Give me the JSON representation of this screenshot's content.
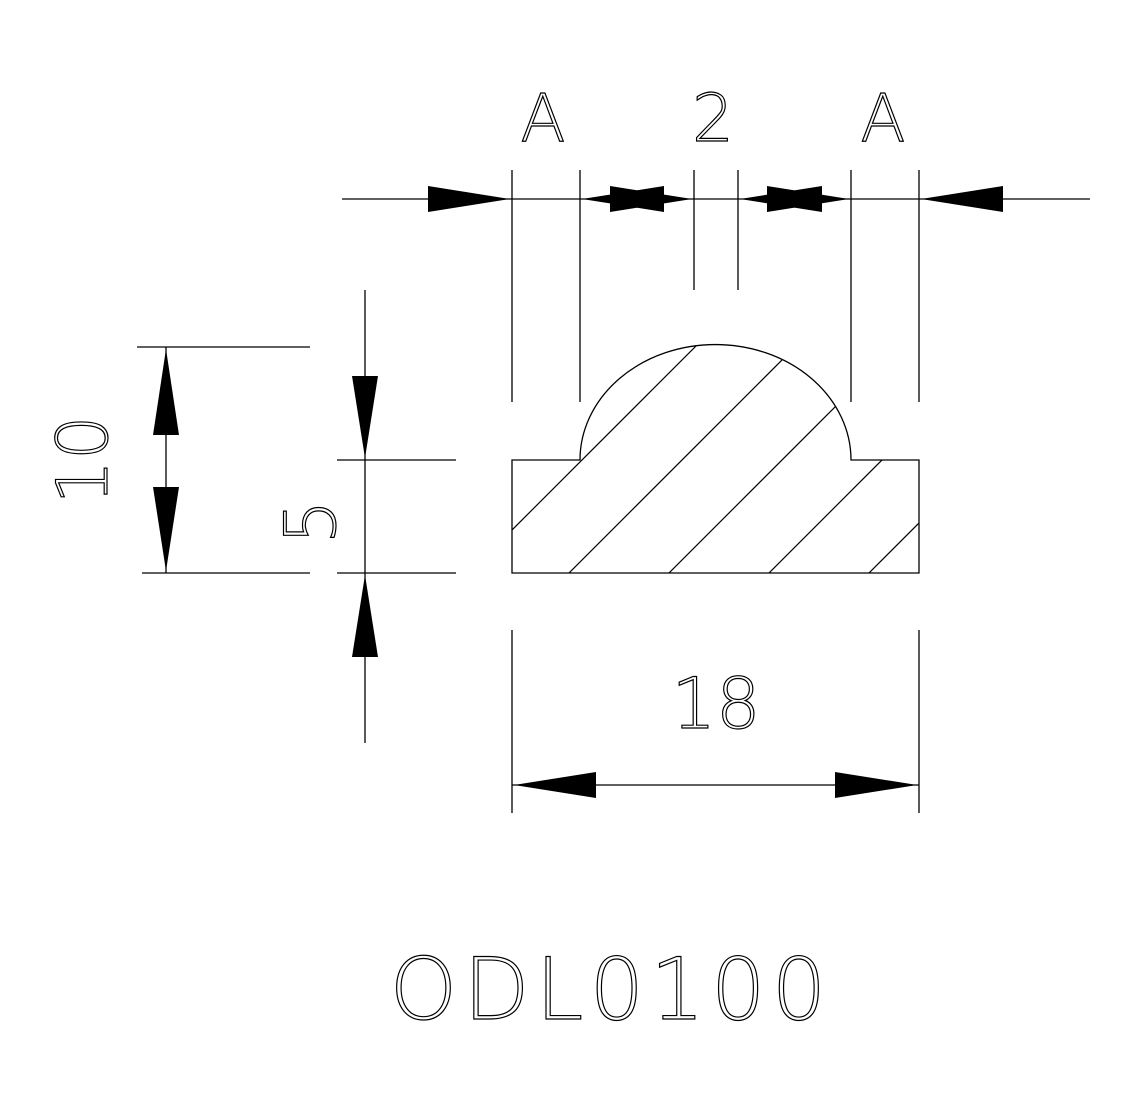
{
  "drawing": {
    "part_code": "ODL0100",
    "dimensions": {
      "left_offset": "A",
      "center_width": "2",
      "right_offset": "A",
      "total_height": "10",
      "base_height": "5",
      "total_width": "18"
    }
  }
}
